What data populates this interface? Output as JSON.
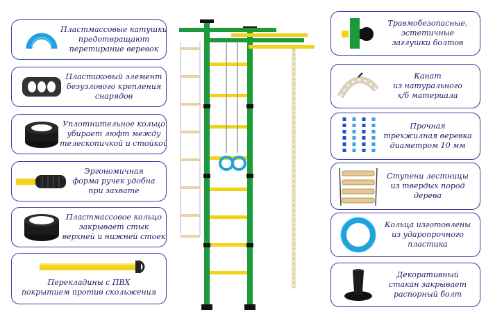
{
  "left_features": [
    {
      "icon": "blue-plastic-coil-icon",
      "lines": [
        "Пластмассовые катушки",
        "предотвращают",
        "перетирание веревок"
      ]
    },
    {
      "icon": "plastic-mount-element-icon",
      "lines": [
        "Пластиковый элемент",
        "безузлового крепления",
        "снарядов"
      ]
    },
    {
      "icon": "seal-ring-icon",
      "lines": [
        "Уплотнительное кольцо",
        "убирает люфт между",
        "телескопичкой и стойкой"
      ]
    },
    {
      "icon": "ergonomic-handle-icon",
      "lines": [
        "Эргономичная",
        "форма ручек удобна",
        "при захвате"
      ]
    },
    {
      "icon": "plastic-ring-icon",
      "lines": [
        "Пластмассовое кольцо",
        "закрывает стык",
        "верхней и нижней стоек"
      ]
    },
    {
      "icon": "pvc-crossbar-icon",
      "lines": [
        "Перекладины с ПВХ",
        "покрытием против скольжения"
      ]
    }
  ],
  "right_features": [
    {
      "icon": "bolt-cap-icon",
      "lines": [
        "Травмобезопасные,",
        "эстетичные",
        "заглушки болтов"
      ]
    },
    {
      "icon": "cotton-rope-icon",
      "lines": [
        "Канат",
        "из натурального",
        "х/б материала"
      ]
    },
    {
      "icon": "braided-rope-icon",
      "lines": [
        "Прочная",
        "трехжилная веревка",
        "диаметром 10 мм"
      ]
    },
    {
      "icon": "wooden-ladder-icon",
      "lines": [
        "Ступени лестницы",
        "из твердых пород",
        "дерева"
      ]
    },
    {
      "icon": "gymnastic-ring-icon",
      "lines": [
        "Кольца изготовлены",
        "из ударопрочного",
        "пластика"
      ]
    },
    {
      "icon": "decorative-cup-icon",
      "lines": [
        "Декоративный",
        "стакан закрывает",
        "распорный болт"
      ]
    }
  ],
  "colors": {
    "frame_green": "#1a9a3a",
    "rung_yellow": "#f3d21a",
    "border_blue": "#3a3aa8",
    "text_blue": "#1a1a66",
    "ring_blue": "#1fa3dc"
  }
}
